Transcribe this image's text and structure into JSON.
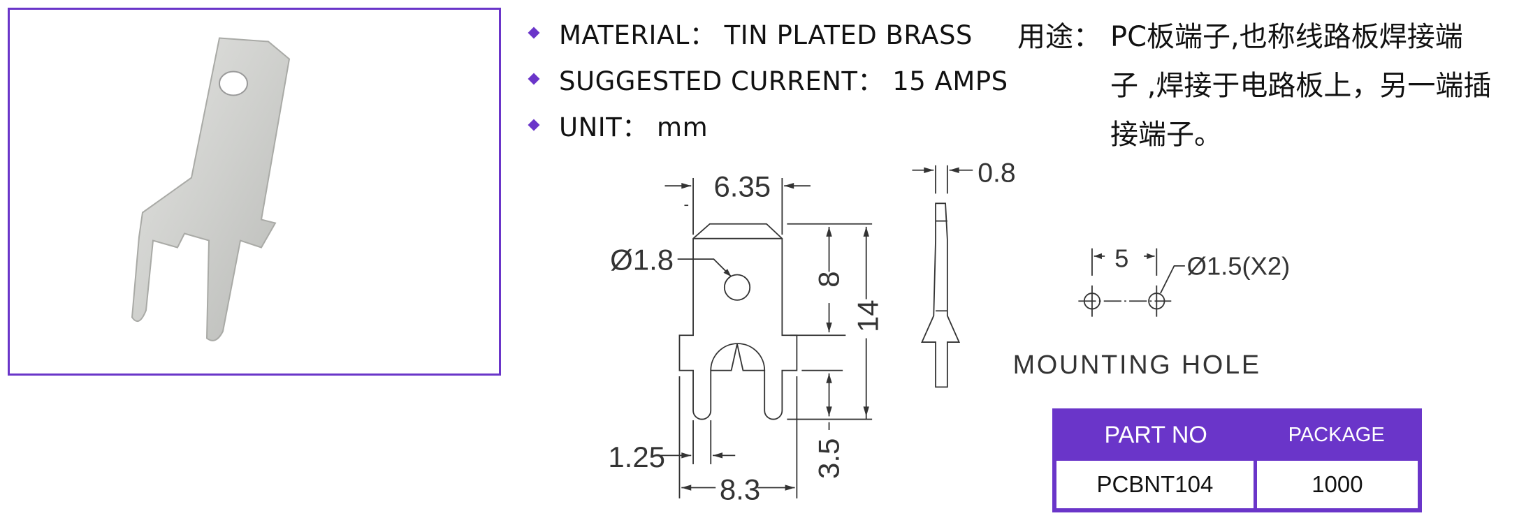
{
  "specs": [
    {
      "text": "MATERIAL： TIN PLATED BRASS"
    },
    {
      "text": "SUGGESTED CURRENT： 15 AMPS"
    },
    {
      "text": "UNIT： mm"
    }
  ],
  "usage": {
    "label": "用途：",
    "lines": [
      "PC板端子,也称线路板焊接端",
      "子 ,焊接于电路板上，另一端插",
      "接端子。"
    ]
  },
  "drawing": {
    "width_top": "6.35",
    "hole_dia": "Ø1.8",
    "height_8": "8",
    "height_14": "14",
    "pin_width": "1.25",
    "pin_length": "3.5",
    "total_width": "8.3",
    "thickness": "0.8",
    "mount_spacing": "5",
    "mount_hole": "Ø1.5(X2)",
    "mount_label": "MOUNTING HOLE"
  },
  "table": {
    "headers": [
      "PART NO",
      "PACKAGE"
    ],
    "rows": [
      [
        "PCBNT104",
        "1000"
      ]
    ]
  },
  "colors": {
    "accent": "#6a35c9"
  }
}
